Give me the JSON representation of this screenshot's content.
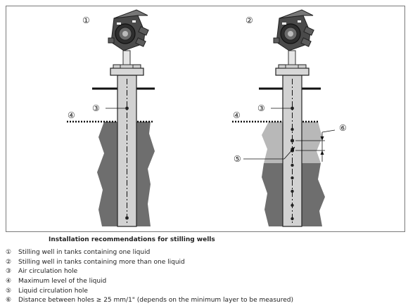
{
  "diagram": {
    "markers": {
      "m1": "①",
      "m2": "②",
      "m3": "③",
      "m4": "④",
      "m5": "⑤",
      "m6": "⑥"
    }
  },
  "caption": "Installation recommendations for stilling wells",
  "legend": [
    {
      "num": "①",
      "text": "Stilling well in tanks containing one liquid"
    },
    {
      "num": "②",
      "text": "Stilling well in tanks containing more than one liquid"
    },
    {
      "num": "③",
      "text": "Air circulation hole"
    },
    {
      "num": "④",
      "text": "Maximum level of the liquid"
    },
    {
      "num": "⑤",
      "text": "Liquid circulation hole"
    },
    {
      "num": "⑥",
      "text": "Distance between holes ≥ 25 mm/1\" (depends on the minimum layer to be measured)"
    }
  ],
  "colors": {
    "dark_liquid": "#6e6e6e",
    "light_liquid": "#b8b8b8",
    "pipe_fill": "#d2d2d2",
    "device_dark": "#3a3a3a"
  }
}
